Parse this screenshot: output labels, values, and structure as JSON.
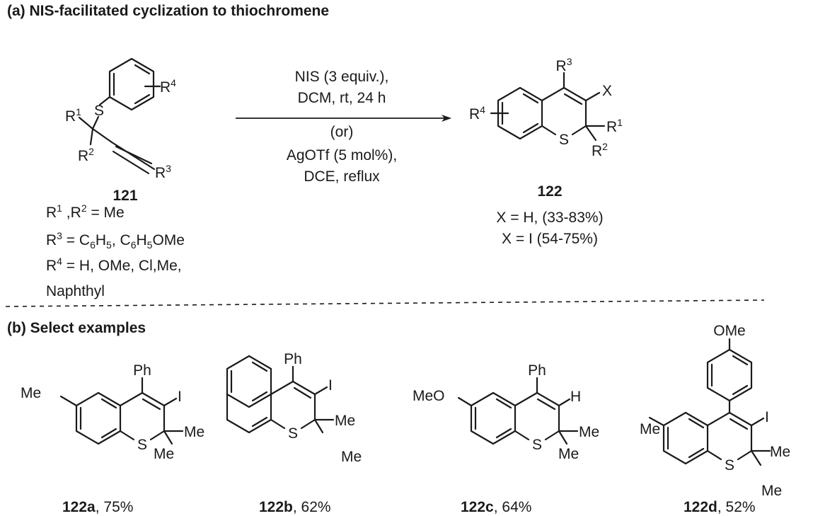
{
  "section_a": {
    "title": "(a) NIS-facilitated cyclization to thiochromene",
    "reactant": {
      "id": "121",
      "atom_s": "S",
      "r1": "R",
      "r1_sup": "1",
      "r2": "R",
      "r2_sup": "2",
      "r3": "R",
      "r3_sup": "3",
      "r4": "R",
      "r4_sup": "4",
      "substituents": {
        "line1": {
          "r": "R",
          "s1": "1",
          "mid": " ,R",
          "s2": "2",
          "rest": " = Me"
        },
        "line2": {
          "r": "R",
          "s1": "3",
          "mid": " = C",
          "b1": "6",
          "m2": "H",
          "b2": "5",
          "m3": ", C",
          "b3": "6",
          "m4": "H",
          "b4": "5",
          "rest": "OMe"
        },
        "line3": {
          "r": "R",
          "s1": "4",
          "rest": " = H, OMe, Cl,Me,"
        },
        "line4": "Naphthyl"
      }
    },
    "conditions": {
      "line1": "NIS (3 equiv.),",
      "line2": "DCM, rt, 24 h",
      "line3": "(or)",
      "line4": "AgOTf (5 mol%),",
      "line5": "DCE, reflux"
    },
    "product": {
      "id": "122",
      "atom_s": "S",
      "x": "X",
      "r1": "R",
      "r1_sup": "1",
      "r2": "R",
      "r2_sup": "2",
      "r3": "R",
      "r3_sup": "3",
      "r4": "R",
      "r4_sup": "4",
      "yield_h": "X = H, (33-83%)",
      "yield_i": "X = I (54-75%)"
    }
  },
  "section_b": {
    "title": "(b) Select examples",
    "examples": [
      {
        "id": "122a",
        "yield": ", 75%",
        "subst_top": "Ph",
        "x": "I",
        "left": "Me",
        "me1": "Me",
        "me2": "Me",
        "s": "S"
      },
      {
        "id": "122b",
        "yield": ", 62%",
        "subst_top": "Ph",
        "x": "I",
        "me1": "Me",
        "me2": "Me",
        "s": "S"
      },
      {
        "id": "122c",
        "yield": ", 64%",
        "subst_top": "Ph",
        "x": "H",
        "left": "MeO",
        "me1": "Me",
        "me2": "Me",
        "s": "S"
      },
      {
        "id": "122d",
        "yield": ", 52%",
        "subst_top": "OMe",
        "x": "I",
        "left": "Me",
        "me1": "Me",
        "me2": "Me",
        "s": "S"
      }
    ]
  }
}
